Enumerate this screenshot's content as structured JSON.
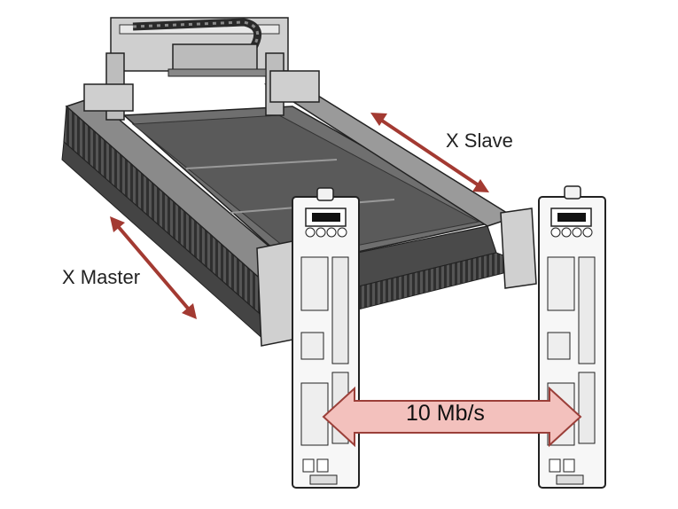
{
  "labels": {
    "x_slave": "X Slave",
    "x_master": "X Master",
    "link_speed": "10 Mb/s"
  },
  "colors": {
    "motion_arrow": "#a33a32",
    "link_arrow_fill": "#f3c1bd",
    "link_arrow_stroke": "#9b3f39",
    "machine_dark": "#3c3c3c",
    "machine_mid": "#7a7a7a",
    "machine_light": "#d9d9d9"
  },
  "icons": [
    "gantry-machine",
    "servo-drive-left",
    "servo-drive-right",
    "double-arrow-slave",
    "double-arrow-master",
    "double-arrow-link"
  ]
}
